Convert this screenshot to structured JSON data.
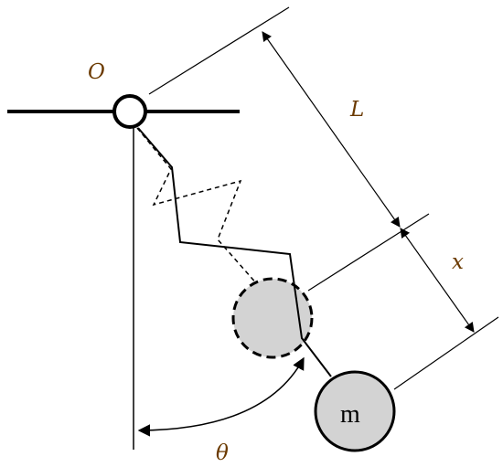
{
  "labels": {
    "pivot": "O",
    "natural_length": "L",
    "extension": "x",
    "angle": "θ",
    "mass": "m"
  },
  "colors": {
    "stroke": "#000000",
    "bob_fill": "#d3d3d3",
    "background": "#ffffff",
    "label_text": "#6b3a00",
    "mass_text": "#000000"
  }
}
